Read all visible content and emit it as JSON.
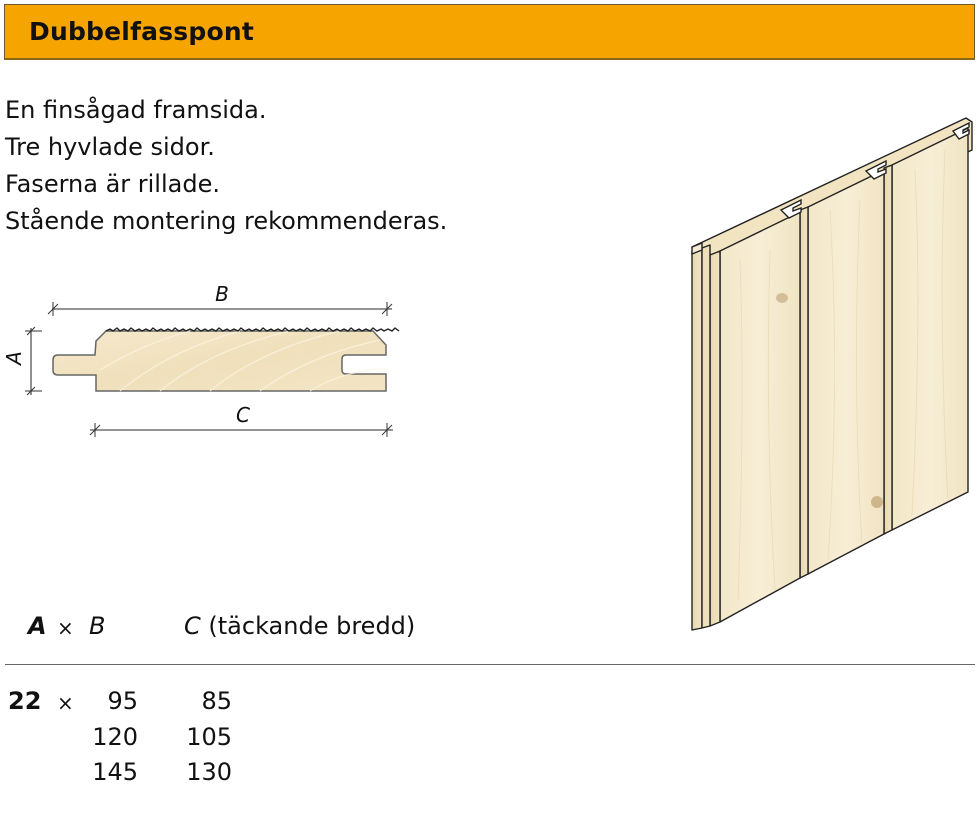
{
  "header": {
    "title": "Dubbelfasspont",
    "color": "#f6a500"
  },
  "description": [
    "En finsågad framsida.",
    "Tre hyvlade sidor.",
    "Faserna är rillade.",
    "Stående montering rekommenderas."
  ],
  "profile_diagram": {
    "label_a": "A",
    "label_b": "B",
    "label_c": "C",
    "wood_color": "#f3e6c6"
  },
  "illustration": {
    "name": "panel-3d-illustration",
    "wood_color": "#f4ead0"
  },
  "table": {
    "header": {
      "a": "A",
      "times": "×",
      "b": "B",
      "c": "C",
      "c_note": "(täckande bredd)"
    },
    "rows": [
      {
        "a": "22",
        "times": "×",
        "b": "95",
        "c": "85"
      },
      {
        "a": "",
        "times": "",
        "b": "120",
        "c": "105"
      },
      {
        "a": "",
        "times": "",
        "b": "145",
        "c": "130"
      }
    ]
  }
}
